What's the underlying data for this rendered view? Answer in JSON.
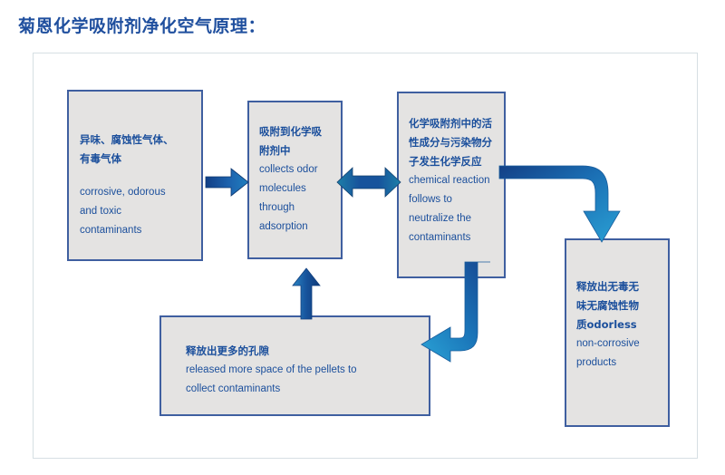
{
  "page": {
    "title": "菊恩化学吸附剂净化空气原理：",
    "title_color": "#1f4f9e",
    "background": "#ffffff"
  },
  "colors": {
    "box_fill": "#e4e3e2",
    "box_border": "#3f5fa0",
    "text": "#1b4f9c",
    "arrow_dark": "#16448e",
    "arrow_light": "#2a9ccd",
    "frame_border": "#d6dfe3"
  },
  "diagram": {
    "type": "flowchart",
    "boxes": [
      {
        "id": "sources",
        "name": "contaminant-sources-box",
        "cn": "异味、腐蚀性气体、\n有毒气体",
        "en": "corrosive, odorous\nand toxic\ncontaminants"
      },
      {
        "id": "adsorb",
        "name": "adsorption-box",
        "cn": "吸附到化学吸\n附剂中",
        "en": "collects odor\nmolecules\nthrough\nadsorption"
      },
      {
        "id": "react",
        "name": "chemical-reaction-box",
        "cn": "化学吸附剂中的活\n性成分与污染物分\n子发生化学反应",
        "en": "chemical reaction\nfollows to\nneutralize the\ncontaminants"
      },
      {
        "id": "products",
        "name": "neutral-products-box",
        "cn": "释放出无毒无\n味无腐蚀性物\n质odorless",
        "en": "non-corrosive\nproducts"
      },
      {
        "id": "release",
        "name": "pore-release-box",
        "cn": "释放出更多的孔隙",
        "en": "released more space of the pellets to\ncollect contaminants"
      }
    ],
    "arrows": [
      {
        "id": "arrow-right-1",
        "name": "arrow-right-icon",
        "direction": "right",
        "from": "sources",
        "to": "adsorb"
      },
      {
        "id": "arrow-double",
        "name": "arrow-double-headed-icon",
        "direction": "both",
        "from": "adsorb",
        "to": "react"
      },
      {
        "id": "arrow-up",
        "name": "arrow-up-icon",
        "direction": "up",
        "from": "release",
        "to": "adsorb"
      },
      {
        "id": "arrow-curve-right",
        "name": "arrow-curved-down-icon",
        "direction": "right-then-down",
        "from": "react",
        "to": "products"
      },
      {
        "id": "arrow-curve-down",
        "name": "arrow-curved-left-icon",
        "direction": "down-then-left",
        "from": "react",
        "to": "release"
      }
    ]
  }
}
